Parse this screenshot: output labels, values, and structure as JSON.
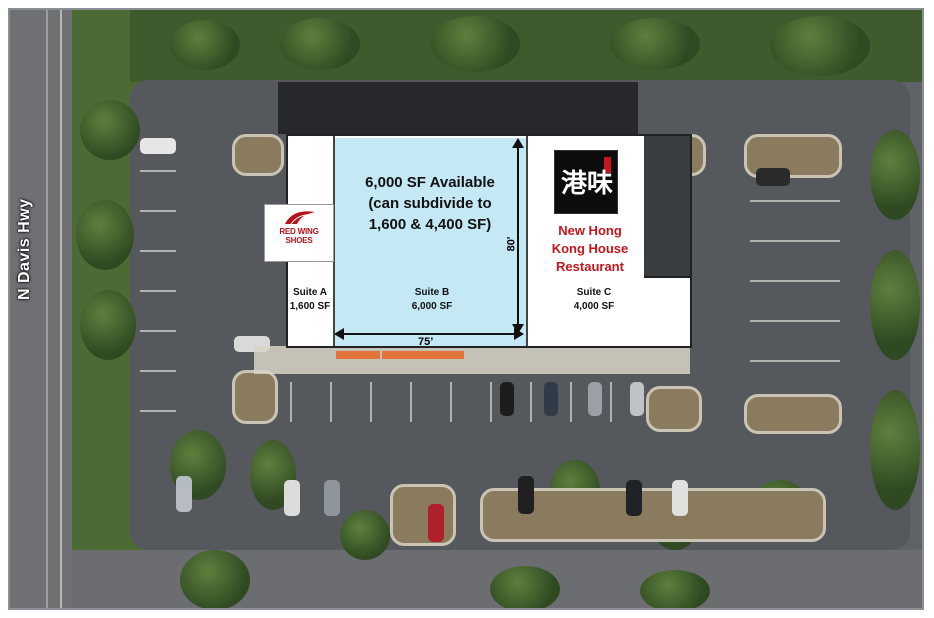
{
  "map": {
    "road_label": "N Davis Hwy",
    "availability": {
      "line1": "6,000 SF Available",
      "line2": "(can subdivide to",
      "line3": "1,600 & 4,400 SF)"
    },
    "suites": [
      {
        "name": "Suite A",
        "size": "1,600 SF"
      },
      {
        "name": "Suite B",
        "size": "6,000 SF"
      },
      {
        "name": "Suite C",
        "size": "4,000 SF"
      }
    ],
    "dimensions": {
      "depth": "80'",
      "width": "75’"
    },
    "tenants": {
      "red_wing": {
        "line1": "RED WING",
        "line2": "SHOES"
      },
      "restaurant": {
        "line1": "New Hong",
        "line2": "Kong House",
        "line3": "Restaurant",
        "logo_text": "港味"
      }
    },
    "colors": {
      "available_fill": "#c4e8f4",
      "restaurant_text": "#c4161c"
    }
  }
}
